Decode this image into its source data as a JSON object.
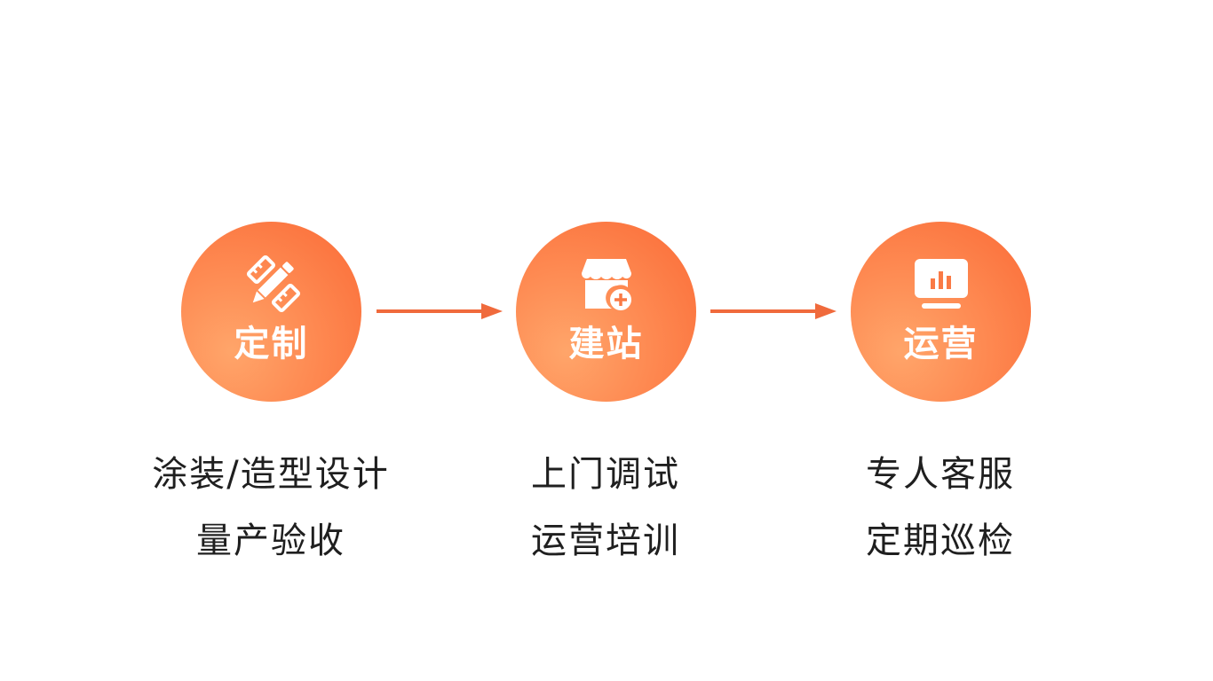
{
  "steps": [
    {
      "title": "定制",
      "icon": "pencil-ruler-icon",
      "lines": [
        "涂装/造型设计",
        "量产验收"
      ]
    },
    {
      "title": "建站",
      "icon": "store-plus-icon",
      "lines": [
        "上门调试",
        "运营培训"
      ]
    },
    {
      "title": "运营",
      "icon": "monitor-chart-icon",
      "lines": [
        "专人客服",
        "定期巡检"
      ]
    }
  ],
  "colors": {
    "accent": "#fa6a36",
    "accent_light": "#ffa56a",
    "text": "#1f1f1f"
  }
}
